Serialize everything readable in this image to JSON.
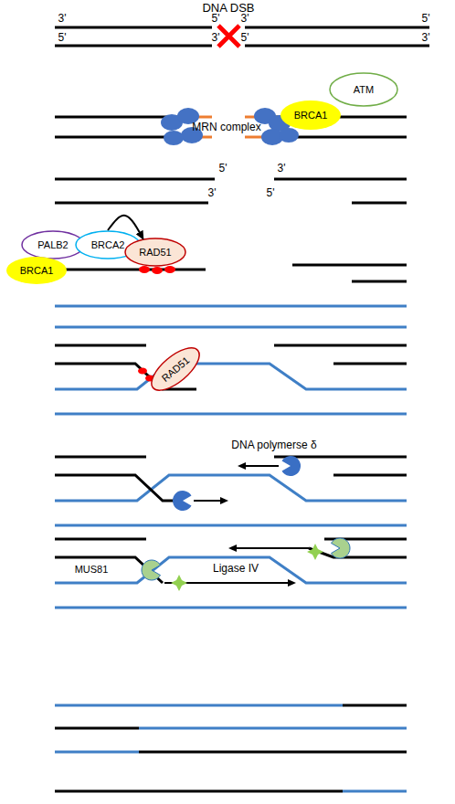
{
  "diagram": {
    "nodes": [
      {
        "text": [
          "BRCA1"
        ]
      },
      {
        "text": [
          "ATM"
        ]
      },
      {
        "text": [
          "PALB2"
        ]
      },
      {
        "text": [
          "BRCA2"
        ]
      },
      {
        "text": [
          "RAD51"
        ]
      },
      {
        "text": [
          "BRCA1"
        ]
      },
      {
        "text": [
          "RAD51"
        ]
      }
    ],
    "edges": [
      {
        "from": 3,
        "to": 4,
        "arrow": "to"
      }
    ],
    "labels": [
      "DNA DSB",
      "3'",
      "5'",
      "3'",
      "5'",
      "5'",
      "3'",
      "5'",
      "3'",
      "MRN complex",
      "5'",
      "3'",
      "3'",
      "5'",
      "DNA polymerse δ",
      "MUS81",
      "Ligase IV"
    ]
  }
}
